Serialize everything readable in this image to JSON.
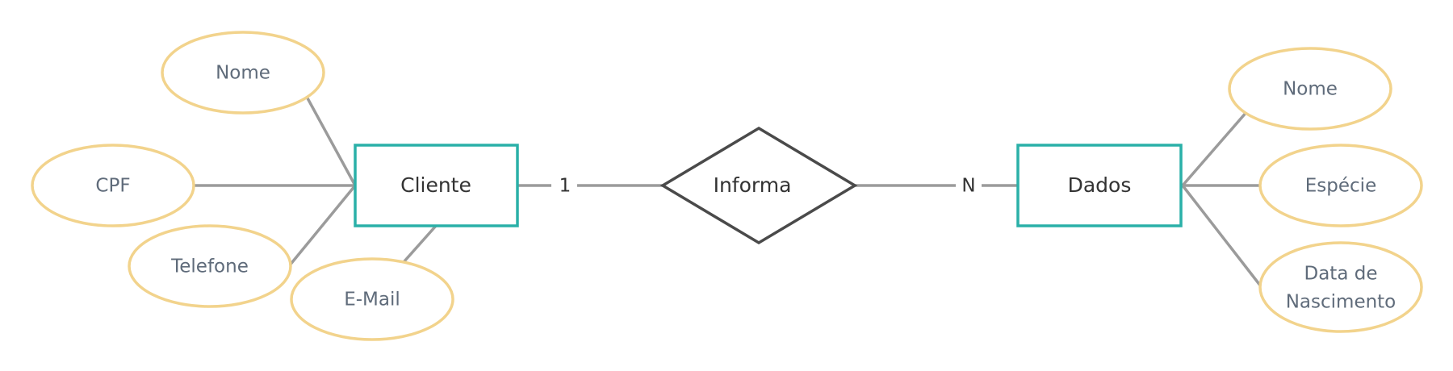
{
  "colors": {
    "attribute_border": "#F2D38C",
    "attribute_text": "#5F6B7A",
    "entity_border": "#2AB0A8",
    "entity_text": "#333333",
    "relationship_border": "#4A4A4A",
    "relationship_text": "#333333",
    "line": "#9B9B9B",
    "cardinality_text": "#333333"
  },
  "entities": {
    "cliente": {
      "label": "Cliente"
    },
    "dados": {
      "label": "Dados"
    }
  },
  "relationship": {
    "label": "Informa",
    "cardinality_left": "1",
    "cardinality_right": "N"
  },
  "attributes": {
    "cliente_nome": {
      "label": "Nome"
    },
    "cliente_cpf": {
      "label": "CPF"
    },
    "cliente_telefone": {
      "label": "Telefone"
    },
    "cliente_email": {
      "label": "E-Mail"
    },
    "dados_nome": {
      "label": "Nome"
    },
    "dados_especie": {
      "label": "Espécie"
    },
    "dados_nascimento": {
      "label_line1": "Data de",
      "label_line2": "Nascimento"
    }
  }
}
